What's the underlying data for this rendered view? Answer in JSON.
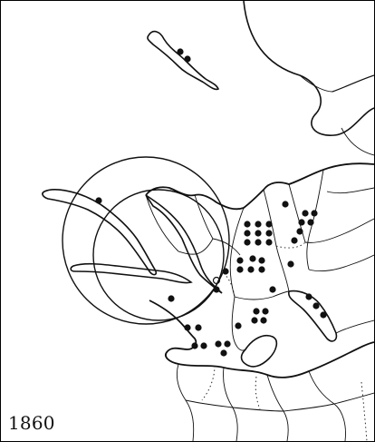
{
  "map": {
    "year_label": "1860",
    "colors": {
      "ink": "#111111",
      "background": "#ffffff"
    },
    "marker_shape": "filled-dot",
    "reference_ring": "concentric-circles"
  }
}
